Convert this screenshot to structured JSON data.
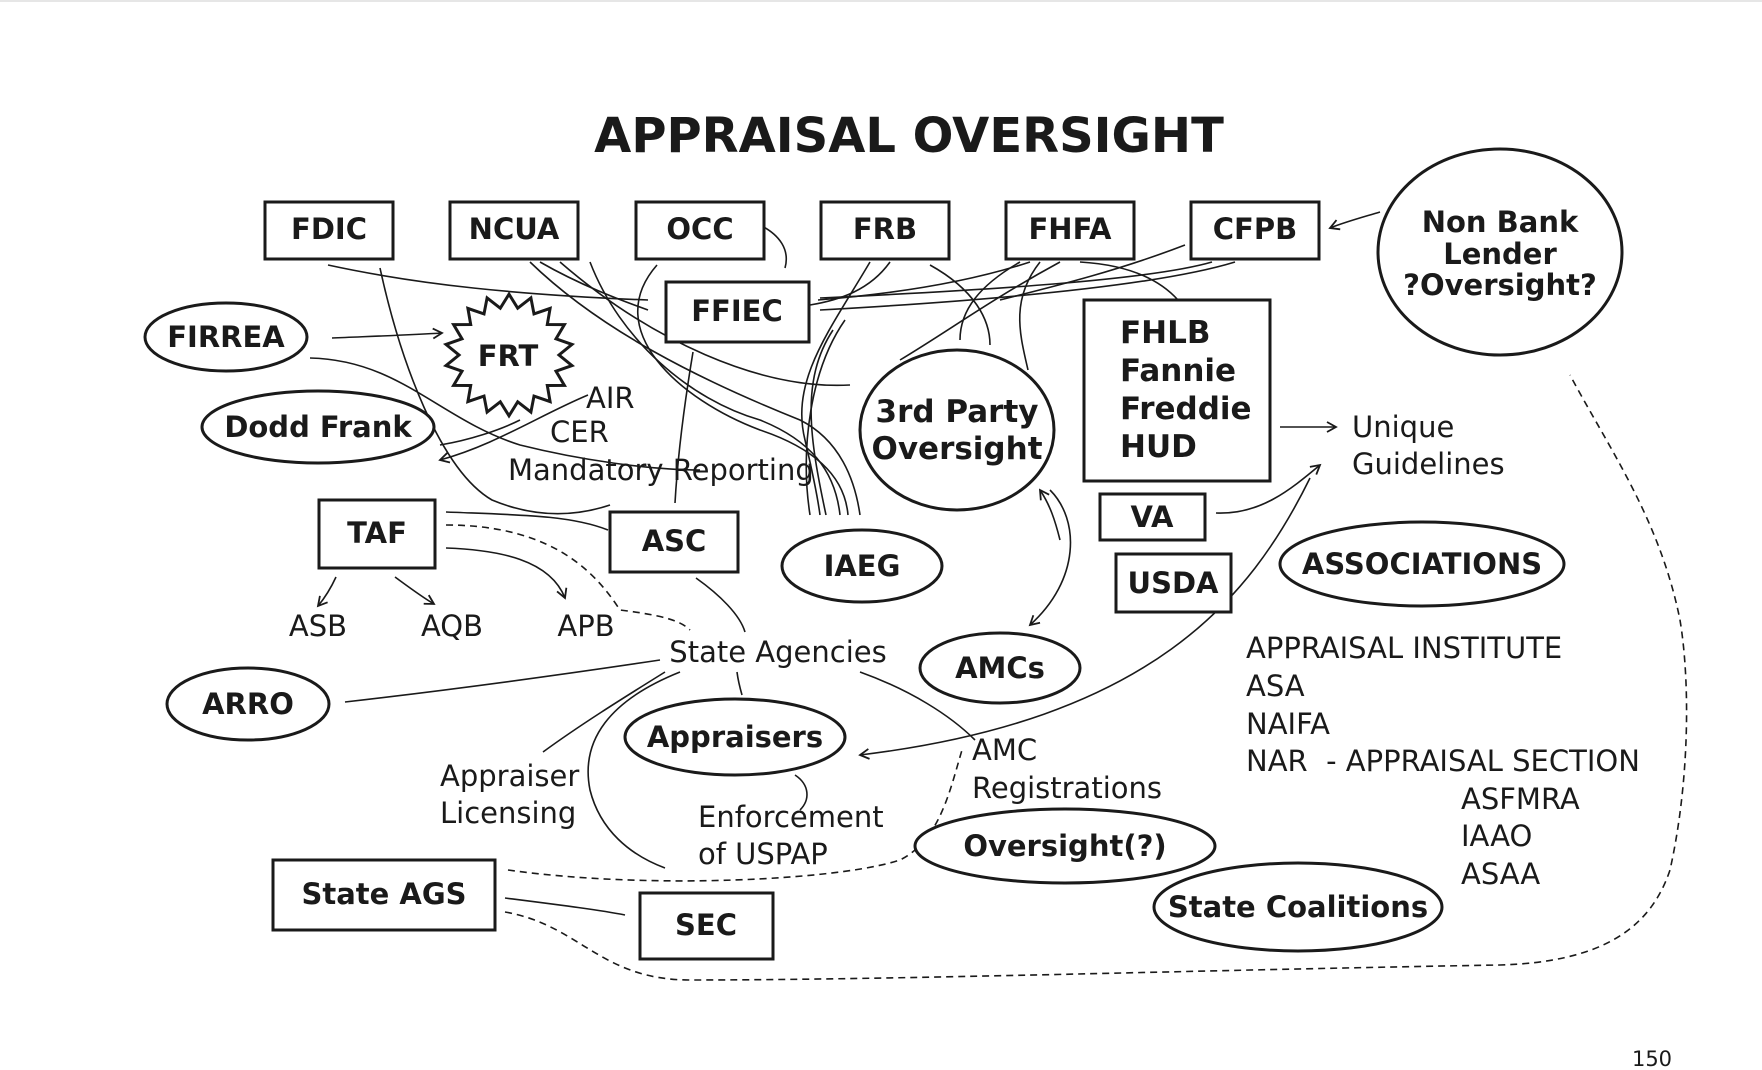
{
  "title": "APPRAISAL OVERSIGHT",
  "page_number": "150",
  "nodes": {
    "fdic": "FDIC",
    "ncua": "NCUA",
    "occ": "OCC",
    "frb": "FRB",
    "fhfa": "FHFA",
    "cfpb": "CFPB",
    "ffiec": "FFIEC",
    "non_bank": [
      "Non Bank",
      "Lender",
      "?Oversight?"
    ],
    "firrea": "FIRREA",
    "frt": "FRT",
    "dodd_frank": "Dodd Frank",
    "third_party": [
      "3rd Party",
      "Oversight"
    ],
    "fhlb_group": [
      "FHLB",
      "Fannie",
      "Freddie",
      "HUD"
    ],
    "unique_guidelines": [
      "Unique",
      "Guidelines"
    ],
    "va": "VA",
    "usda": "USDA",
    "taf": "TAF",
    "asc": "ASC",
    "iaeg": "IAEG",
    "associations": "ASSOCIATIONS",
    "asb": "ASB",
    "aqb": "AQB",
    "apb": "APB",
    "state_agencies": "State Agencies",
    "amcs": "AMCs",
    "arro": "ARRO",
    "appraisers": "Appraisers",
    "appraiser_licensing": [
      "Appraiser",
      "Licensing"
    ],
    "enforcement": [
      "Enforcement",
      "of USPAP"
    ],
    "amc_registrations": [
      "AMC",
      "Registrations"
    ],
    "oversight_q": "Oversight(?)",
    "state_ags": "State AGS",
    "sec": "SEC",
    "state_coalitions": "State Coalitions"
  },
  "labels": {
    "air": "AIR",
    "cer": "CER",
    "mandatory_reporting": "Mandatory Reporting"
  },
  "association_list": [
    "APPRAISAL INSTITUTE",
    "ASA",
    "NAIFA",
    "NAR  - APPRAISAL SECTION"
  ],
  "association_sublist": [
    "ASFMRA",
    "IAAO",
    "ASAA"
  ]
}
